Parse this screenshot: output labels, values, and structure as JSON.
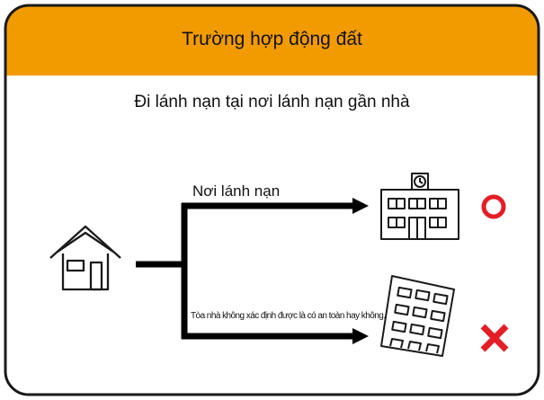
{
  "header": {
    "title": "Trường hợp động đất"
  },
  "subtitle": "Đi lánh nạn tại nơi lánh nạn gần nhà",
  "branches": {
    "upper_label": "Nơi lánh nạn",
    "lower_label": "Tòa nhà không xác định được là có an toàn hay không."
  },
  "colors": {
    "header_bg": "#f29b00",
    "border": "#1a1a1a",
    "correct_mark": "#e41e26",
    "wrong_mark": "#e41e26"
  },
  "icons": {
    "house": "house-icon",
    "school": "school-building-icon",
    "apartment": "apartment-building-icon",
    "correct": "circle-mark-icon",
    "wrong": "cross-mark-icon"
  }
}
